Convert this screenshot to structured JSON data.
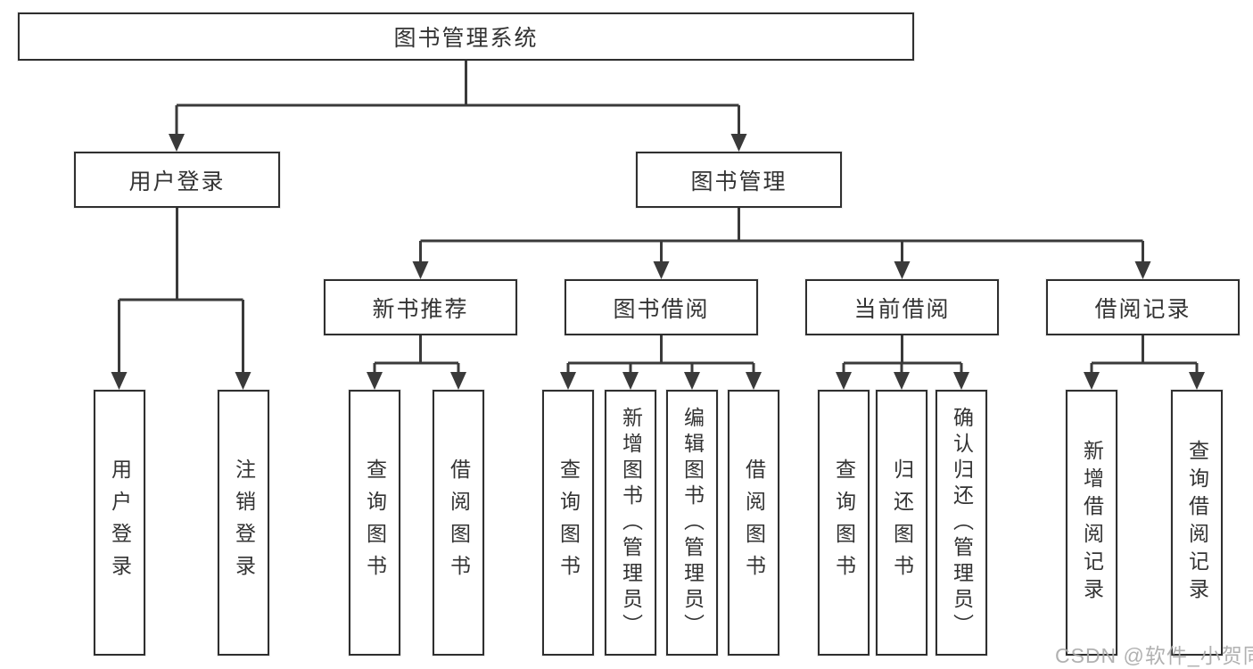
{
  "diagram": {
    "root_label": "图书管理系统",
    "level2": [
      {
        "label": "用户登录",
        "leaves": [
          "用户登录",
          "注销登录"
        ]
      },
      {
        "label": "图书管理",
        "level3": [
          {
            "label": "新书推荐",
            "leaves": [
              "查询图书",
              "借阅图书"
            ]
          },
          {
            "label": "图书借阅",
            "leaves": [
              "查询图书",
              "新增图书（管理员）",
              "编辑图书（管理员）",
              "借阅图书"
            ]
          },
          {
            "label": "当前借阅",
            "leaves": [
              "查询图书",
              "归还图书",
              "确认归还（管理员）"
            ]
          },
          {
            "label": "借阅记录",
            "leaves": [
              "新增借阅记录",
              "查询借阅记录"
            ]
          }
        ]
      }
    ]
  },
  "watermark": "CSDN @软件_小贺同学",
  "colors": {
    "line": "#3a3a3a",
    "border": "#2f2f2f",
    "text": "#333333",
    "watermark": "#a9a9a9",
    "background": "#ffffff"
  }
}
